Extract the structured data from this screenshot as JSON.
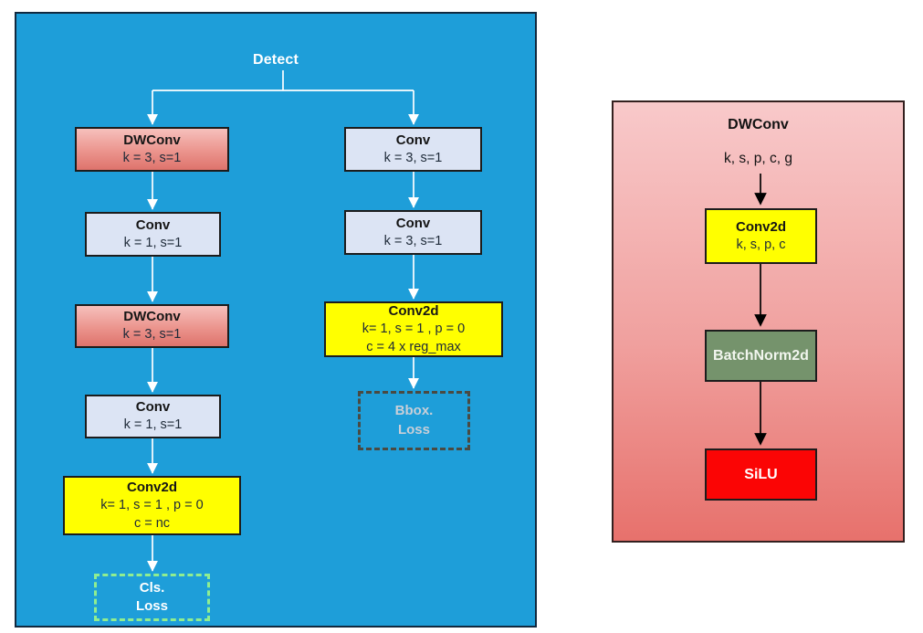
{
  "diagram": {
    "detect_head": {
      "title": "Detect",
      "cls_branch": [
        {
          "title": "DWConv",
          "lines": [
            "k = 3, s=1"
          ]
        },
        {
          "title": "Conv",
          "lines": [
            "k = 1, s=1"
          ]
        },
        {
          "title": "DWConv",
          "lines": [
            "k = 3, s=1"
          ]
        },
        {
          "title": "Conv",
          "lines": [
            "k = 1, s=1"
          ]
        },
        {
          "title": "Conv2d",
          "lines": [
            "k= 1, s = 1 , p = 0",
            "c = nc"
          ]
        },
        {
          "title": "Cls.",
          "lines": [
            "Loss"
          ]
        }
      ],
      "bbox_branch": [
        {
          "title": "Conv",
          "lines": [
            "k = 3, s=1"
          ]
        },
        {
          "title": "Conv",
          "lines": [
            "k = 3, s=1"
          ]
        },
        {
          "title": "Conv2d",
          "lines": [
            "k= 1, s = 1 , p = 0",
            "c = 4 x reg_max"
          ]
        },
        {
          "title": "Bbox.",
          "lines": [
            "Loss"
          ]
        }
      ]
    },
    "dwconv_detail": {
      "title": "DWConv",
      "input_label": "k, s, p, c, g",
      "nodes": [
        {
          "title": "Conv2d",
          "lines": [
            "k, s, p, c"
          ]
        },
        {
          "title": "BatchNorm2d"
        },
        {
          "title": "SiLU"
        }
      ]
    },
    "colors": {
      "detect_panel_bg": "#1E9ED9",
      "dwconv_box_top": "#F6C0BC",
      "dwconv_box_bottom": "#DE736C",
      "conv_box_bg": "#DCE4F4",
      "conv2d_box_bg": "#FFFF00",
      "cls_loss_border": "#90EE90",
      "bbox_loss_border": "#4A4A42",
      "detail_panel_top": "#F8C9CA",
      "detail_panel_bottom": "#E7716C",
      "batchnorm_bg": "#75936C",
      "silu_bg": "#FB0505",
      "wire_left": "#FFFFFF",
      "wire_right": "#000000"
    }
  }
}
